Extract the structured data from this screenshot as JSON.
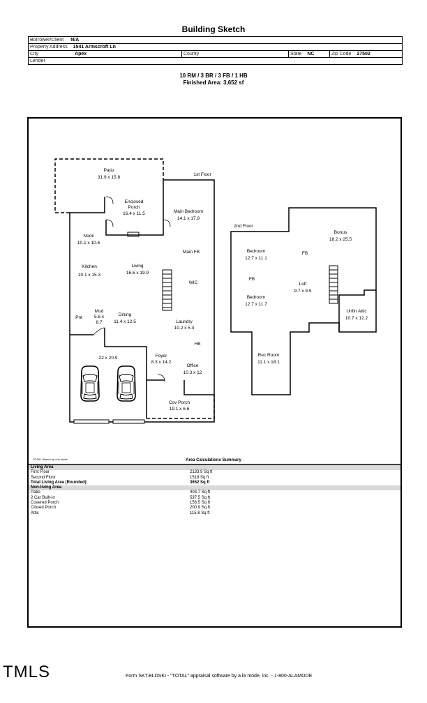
{
  "header": {
    "title": "Building Sketch",
    "borrower_label": "Borrower/Client",
    "borrower": "N/A",
    "address_label": "Property Address",
    "address": "1541 Armscroft Ln",
    "city_label": "City",
    "city": "Apex",
    "county_label": "County",
    "state_label": "State",
    "state": "NC",
    "zip_label": "Zip Code",
    "zip": "27502",
    "lender_label": "Lender"
  },
  "summary": {
    "rooms": "10 RM / 3 BR / 3 FB / 1 HB",
    "finished_area": "Finished Area: 3,652 sf"
  },
  "floors": {
    "first": "1st Floor",
    "second": "2nd Floor"
  },
  "rooms": {
    "patio": {
      "name": "Patio",
      "dim": "31.9 x 15.8"
    },
    "enclosed_porch": {
      "name": "Enclosed",
      "name2": "Porch",
      "dim": "16.4 x 11.5"
    },
    "main_bedroom": {
      "name": "Main Bedroom",
      "dim": "14.1 x 17.9"
    },
    "nook": {
      "name": "Nook",
      "dim": "10.1 x 10.6"
    },
    "main_fb": {
      "name": "Main FB"
    },
    "kitchen": {
      "name": "Kitchen",
      "dim": "10.1 x 15.3"
    },
    "living": {
      "name": "Living",
      "dim": "16.6 x 19.9"
    },
    "wic": {
      "name": "WIC"
    },
    "pnt": {
      "name": "Pnt"
    },
    "mud": {
      "name": "Mud",
      "dim": "5.6 x",
      "dim2": "8.7"
    },
    "dining": {
      "name": "Dining",
      "dim": "11.4 x 12.5"
    },
    "laundry": {
      "name": "Laundry",
      "dim": "10.2 x 5.4"
    },
    "hb": {
      "name": "HB"
    },
    "garage": {
      "dim": "22 x 20.9"
    },
    "foyer": {
      "name": "Foyer",
      "dim": "8.3 x 14.2"
    },
    "office": {
      "name": "Office",
      "dim": "10.3 x 12"
    },
    "cov_porch": {
      "name": "Cov Porch",
      "dim": "19.1 x 6.6"
    },
    "bonus": {
      "name": "Bonus",
      "dim": "18.2 x 25.5"
    },
    "bedroom1": {
      "name": "Bedroom",
      "dim": "12.7 x 11.1"
    },
    "fb_upper": {
      "name": "FB"
    },
    "fb_left": {
      "name": "FB"
    },
    "loft": {
      "name": "Loft",
      "dim": "9.7 x 9.5"
    },
    "bedroom2": {
      "name": "Bedroom",
      "dim": "12.7 x 11.7"
    },
    "unfin_attic": {
      "name": "Unfin Attic",
      "dim": "10.7 x 12.2"
    },
    "rec_room": {
      "name": "Rec Room",
      "dim": "11.1 x 18.1"
    }
  },
  "area": {
    "credit": "TOTAL Sketch by a la mode",
    "title": "Area Calculations Summary",
    "living_head": "Living Area",
    "living": [
      {
        "label": "First Floor",
        "value": "2133.9 Sq ft"
      },
      {
        "label": "Second Floor",
        "value": "1518 Sq ft"
      }
    ],
    "total_label": "Total Living Area (Rounded):",
    "total_value": "3652 Sq ft",
    "nonliving_head": "Non-living Area",
    "nonliving": [
      {
        "label": "Patio",
        "value": "403.7 Sq ft"
      },
      {
        "label": "2 Car Built-in",
        "value": "537.5 Sq ft"
      },
      {
        "label": "Covered Porch",
        "value": "156.5 Sq ft"
      },
      {
        "label": "Closed Porch",
        "value": "200.9 Sq ft"
      },
      {
        "label": "Attic",
        "value": "115.8 Sq ft"
      }
    ]
  },
  "footer": {
    "logo": "TMLS",
    "text": "Form SKT.BLDSKI - \"TOTAL\" appraisal software by a la mode, inc. - 1-800-ALAMODE"
  }
}
